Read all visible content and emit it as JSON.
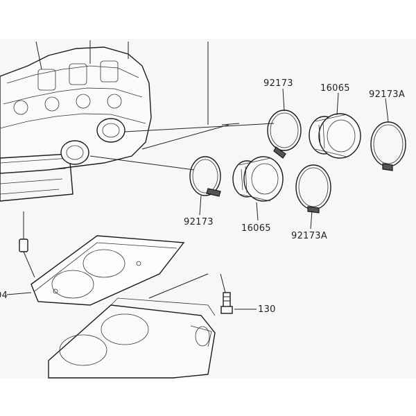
{
  "labels": {
    "clamp_upper_left": "92173",
    "boot_upper": "16065",
    "clamp_upper_right": "92173A",
    "clamp_lower_left": "92173",
    "boot_lower": "16065",
    "clamp_lower_right": "92173A",
    "bolt": "130",
    "gasket_partial": "04"
  }
}
